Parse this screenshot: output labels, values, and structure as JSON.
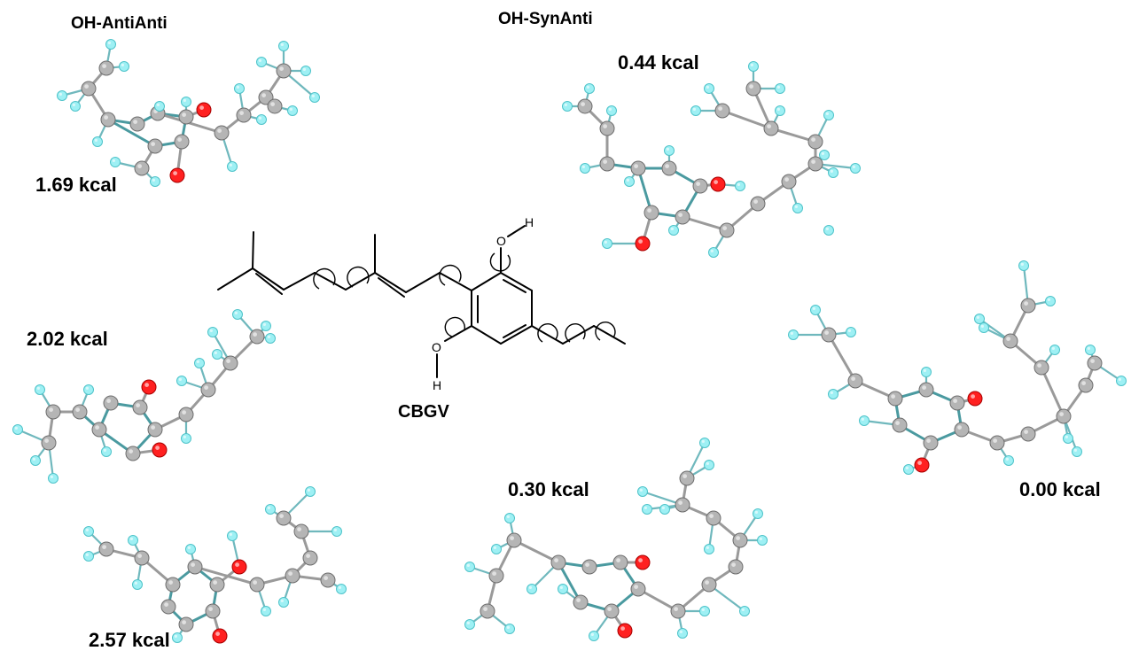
{
  "titles": {
    "anti": "OH-AntiAnti",
    "syn": "OH-SynAnti"
  },
  "molecule": {
    "name": "CBGV",
    "oh_top_h": "H",
    "oh_bottom_h": "H",
    "oh_top_o": "O",
    "oh_bottom_o": "O"
  },
  "energies": {
    "e1": "1.69 kcal",
    "e2": "2.02 kcal",
    "e3": "2.57 kcal",
    "e4": "0.44 kcal",
    "e5": "0.00 kcal",
    "e6": "0.30 kcal"
  },
  "colors": {
    "carbon": "#b5b5b5",
    "hydrogen": "#9ef0f4",
    "oxygen": "#ff2020",
    "bond_ring": "#4a9aa0",
    "bond": "#9a9a9a"
  }
}
